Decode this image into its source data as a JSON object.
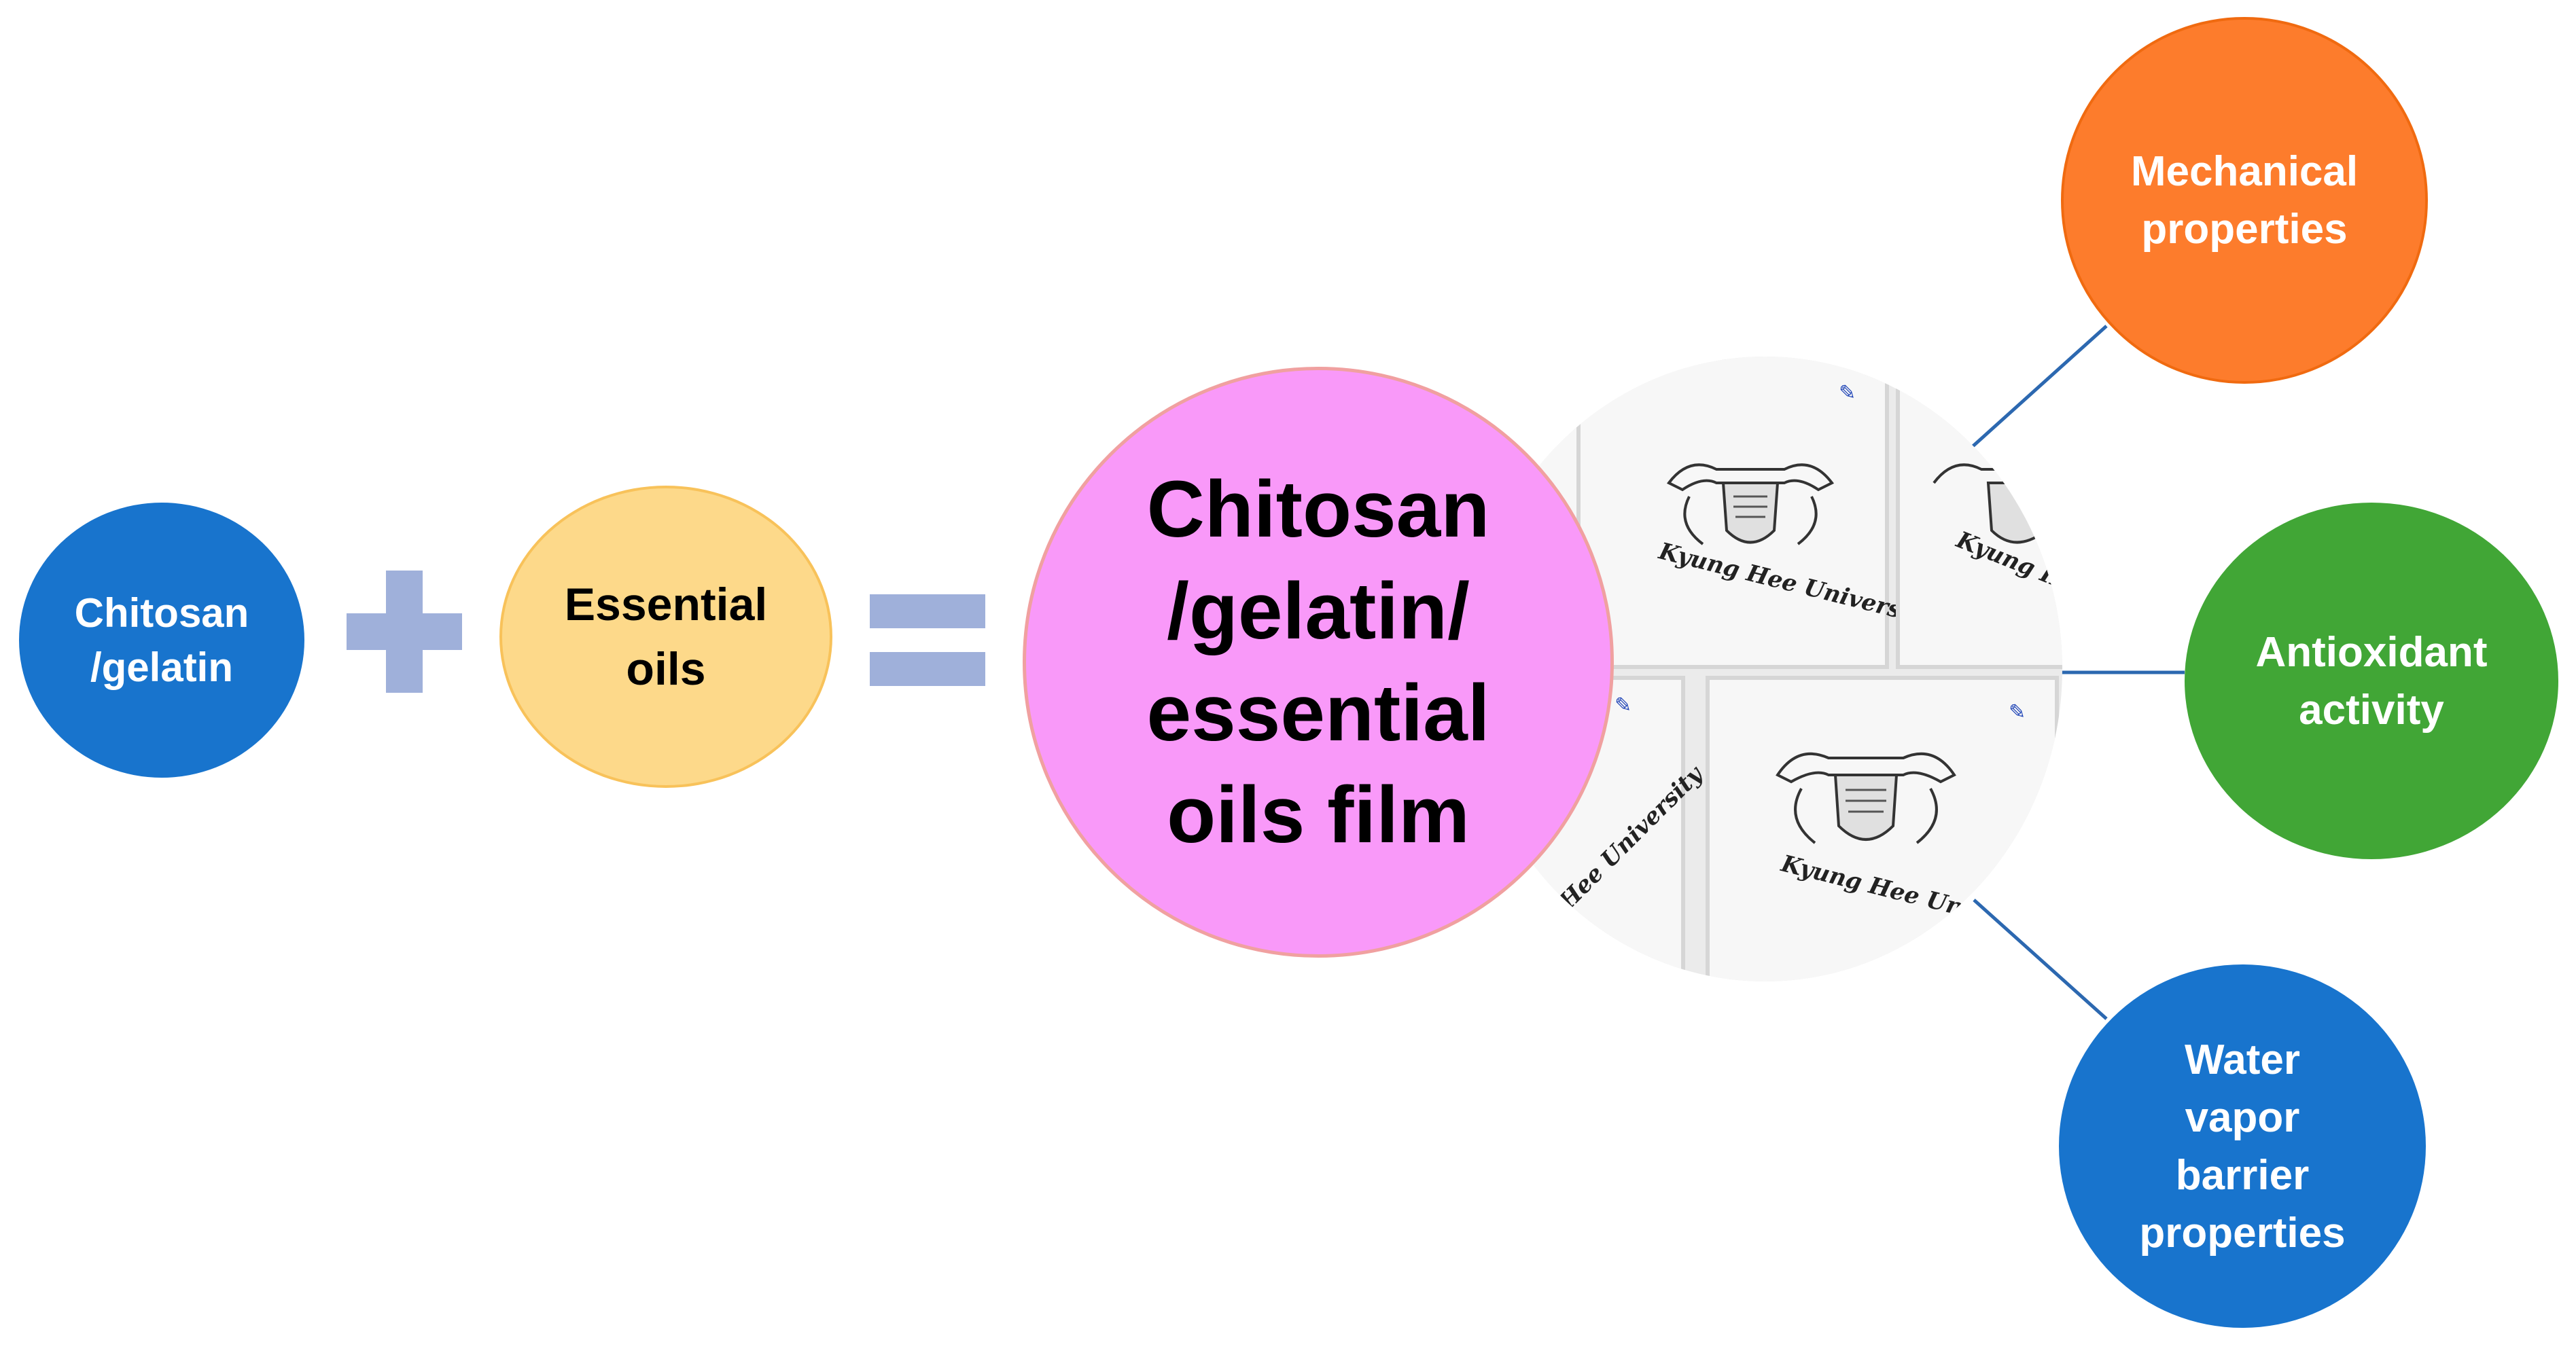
{
  "nodes": {
    "chitosan_gelatin": "Chitosan\n/gelatin",
    "essential_oils": "Essential\noils",
    "film": "Chitosan\n/gelatin/\nessential\noils film",
    "mechanical": "Mechanical\nproperties",
    "antioxidant": "Antioxidant\nactivity",
    "water_vapor": "Water\nvapor\nbarrier\nproperties"
  },
  "photo": {
    "university_text": "Kyung Hee University"
  },
  "colors": {
    "blue": "#1874cd",
    "yellow": "#fdd98a",
    "pink": "#f999f9",
    "orange": "#fd7c2c",
    "green": "#41a636",
    "operator": "#9fb0da",
    "line": "#2c68b0"
  }
}
